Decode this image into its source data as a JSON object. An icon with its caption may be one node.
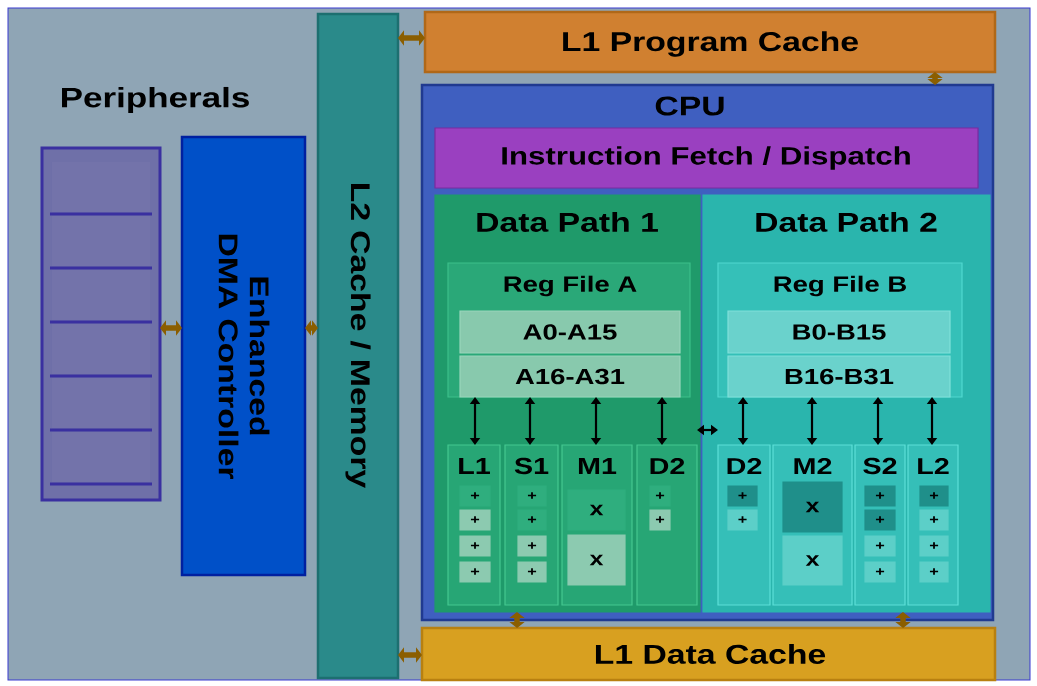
{
  "diagram": {
    "nodes": [
      {
        "text": [
          "Peripherals"
        ]
      },
      {
        "text": [
          "Enhanced DMA Controller"
        ]
      },
      {
        "text": [
          "L2 Cache / Memory"
        ]
      },
      {
        "text": [
          "L1 Program Cache"
        ]
      },
      {
        "text": [
          "CPU"
        ]
      },
      {
        "text": [
          "Instruction Fetch / Dispatch"
        ],
        "in": 4
      },
      {
        "text": [
          "Data Path 1"
        ],
        "in": 4
      },
      {
        "text": [
          "Data Path 2"
        ],
        "in": 4
      },
      {
        "text": [
          "Reg File A"
        ],
        "in": 6
      },
      {
        "text": [
          "A0-A15"
        ],
        "in": 8
      },
      {
        "text": [
          "A16-A31"
        ],
        "in": 8
      },
      {
        "text": [
          "Reg File B"
        ],
        "in": 7
      },
      {
        "text": [
          "B0-B15"
        ],
        "in": 11
      },
      {
        "text": [
          "B16-B31"
        ],
        "in": 11
      },
      {
        "text": [
          "L1"
        ],
        "in": 6
      },
      {
        "text": [
          "S1"
        ],
        "in": 6
      },
      {
        "text": [
          "M1"
        ],
        "in": 6
      },
      {
        "text": [
          "D2"
        ],
        "in": 6
      },
      {
        "text": [
          "D2"
        ],
        "in": 7
      },
      {
        "text": [
          "M2"
        ],
        "in": 7
      },
      {
        "text": [
          "S2"
        ],
        "in": 7
      },
      {
        "text": [
          "L2"
        ],
        "in": 7
      },
      {
        "text": [
          "L1 Data Cache"
        ]
      },
      {
        "text": [
          "+"
        ],
        "in": 14
      },
      {
        "text": [
          "+"
        ],
        "in": 14
      },
      {
        "text": [
          "+"
        ],
        "in": 14
      },
      {
        "text": [
          "+"
        ],
        "in": 14
      },
      {
        "text": [
          "+"
        ],
        "in": 15
      },
      {
        "text": [
          "+"
        ],
        "in": 15
      },
      {
        "text": [
          "+"
        ],
        "in": 15
      },
      {
        "text": [
          "+"
        ],
        "in": 15
      },
      {
        "text": [
          "x"
        ],
        "in": 16
      },
      {
        "text": [
          "x"
        ],
        "in": 16
      },
      {
        "text": [
          "+"
        ],
        "in": 17
      },
      {
        "text": [
          "+"
        ],
        "in": 17
      },
      {
        "text": [
          "+"
        ],
        "in": 18
      },
      {
        "text": [
          "+"
        ],
        "in": 18
      },
      {
        "text": [
          "x"
        ],
        "in": 19
      },
      {
        "text": [
          "x"
        ],
        "in": 19
      },
      {
        "text": [
          "+"
        ],
        "in": 20
      },
      {
        "text": [
          "+"
        ],
        "in": 20
      },
      {
        "text": [
          "+"
        ],
        "in": 20
      },
      {
        "text": [
          "+"
        ],
        "in": 20
      },
      {
        "text": [
          "+"
        ],
        "in": 21
      },
      {
        "text": [
          "+"
        ],
        "in": 21
      },
      {
        "text": [
          "+"
        ],
        "in": 21
      },
      {
        "text": [
          "+"
        ],
        "in": 21
      }
    ],
    "edges": [
      {
        "from": 0,
        "to": 1,
        "arrow": "both",
        "style": "thick",
        "color": "#8b5e00"
      },
      {
        "from": 1,
        "to": 2,
        "arrow": "both",
        "style": "thick",
        "color": "#8b5e00"
      },
      {
        "from": 2,
        "to": 3,
        "arrow": "both",
        "style": "thick",
        "color": "#8b5e00"
      },
      {
        "from": 2,
        "to": 22,
        "arrow": "both",
        "style": "thick",
        "color": "#8b5e00"
      },
      {
        "from": 3,
        "to": 4,
        "arrow": "both",
        "style": "thick",
        "color": "#8b5e00"
      },
      {
        "from": 22,
        "to": 6,
        "arrow": "both",
        "style": "thick",
        "color": "#8b5e00"
      },
      {
        "from": 22,
        "to": 7,
        "arrow": "both",
        "style": "thick",
        "color": "#8b5e00"
      },
      {
        "from": 8,
        "to": 14,
        "arrow": "both"
      },
      {
        "from": 8,
        "to": 15,
        "arrow": "both"
      },
      {
        "from": 8,
        "to": 16,
        "arrow": "both"
      },
      {
        "from": 8,
        "to": 17,
        "arrow": "both"
      },
      {
        "from": 11,
        "to": 18,
        "arrow": "both"
      },
      {
        "from": 11,
        "to": 19,
        "arrow": "both"
      },
      {
        "from": 11,
        "to": 20,
        "arrow": "both"
      },
      {
        "from": 11,
        "to": 21,
        "arrow": "both"
      },
      {
        "from": 17,
        "to": 18,
        "arrow": "both"
      }
    ]
  }
}
